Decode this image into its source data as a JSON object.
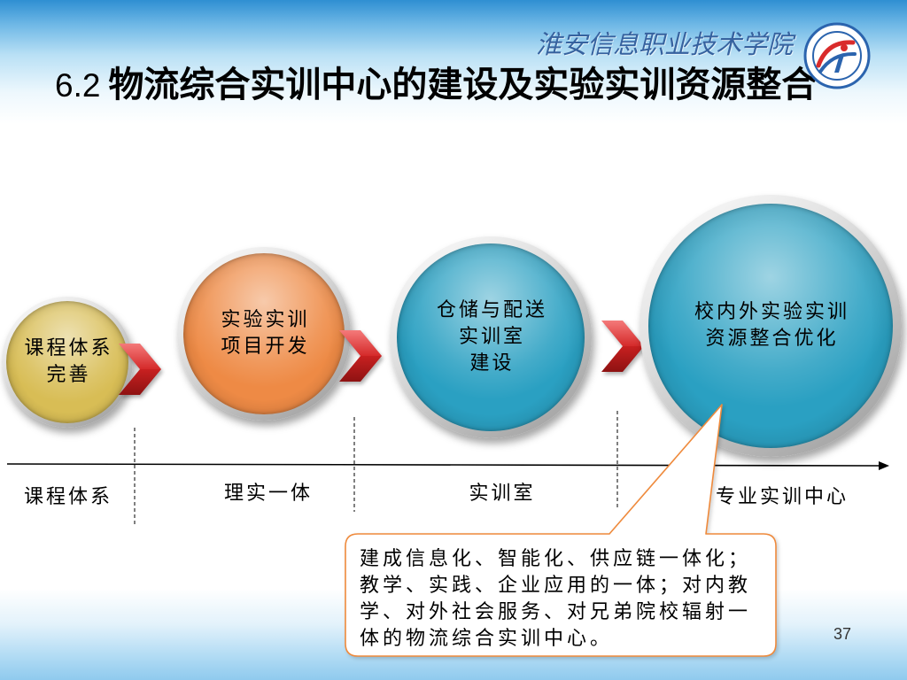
{
  "slide": {
    "title": {
      "number": "6.2",
      "text": "物流综合实训中心的建设及实验实训资源整合"
    },
    "logo": {
      "text": "淮安信息职业技术学院",
      "icon": "school-logo-icon"
    },
    "page_number": "37"
  },
  "colors": {
    "callout_border": "#ef8a3c",
    "chevron": "#c8201e"
  },
  "stages": [
    {
      "lines": [
        "课程体系",
        "完善"
      ],
      "color": "#d8bd55"
    },
    {
      "lines": [
        "实验实训",
        "项目开发"
      ],
      "color": "#ee8a45"
    },
    {
      "lines": [
        "仓储与配送",
        "实训室",
        "建设"
      ],
      "color": "#2aa0c2"
    },
    {
      "lines": [
        "校内外实验实训",
        "资源整合优化"
      ],
      "color": "#2aa0c2"
    }
  ],
  "arrows": [
    {
      "icon": "chevron-right-icon"
    },
    {
      "icon": "chevron-right-icon"
    },
    {
      "icon": "chevron-right-icon"
    }
  ],
  "axis_labels": [
    "课程体系",
    "理实一体",
    "实训室",
    "专业实训中心"
  ],
  "callout": {
    "lines": [
      "建成信息化、智能化、供应链一体化；",
      "教学、实践、企业应用的一体；对内教",
      "学、对外社会服务、对兄弟院校辐射一",
      "体的物流综合实训中心。"
    ]
  }
}
